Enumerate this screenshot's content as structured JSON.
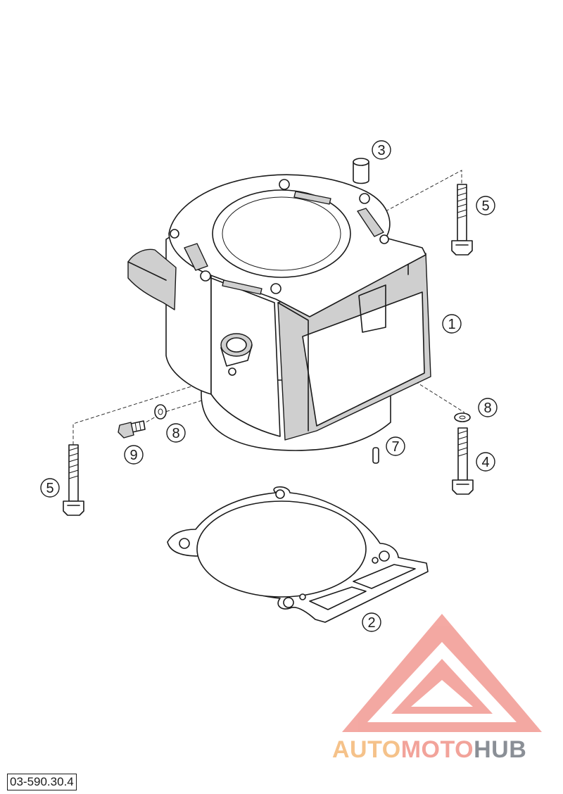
{
  "diagram": {
    "callouts": [
      {
        "label": "1",
        "part": "cylinder"
      },
      {
        "label": "2",
        "part": "base-gasket"
      },
      {
        "label": "3",
        "part": "dowel-sleeve"
      },
      {
        "label": "4",
        "part": "bolt"
      },
      {
        "label": "5",
        "part": "bolt"
      },
      {
        "label": "5",
        "part": "bolt"
      },
      {
        "label": "7",
        "part": "pin"
      },
      {
        "label": "8",
        "part": "washer"
      },
      {
        "label": "8",
        "part": "washer"
      },
      {
        "label": "9",
        "part": "plug-screw"
      }
    ]
  },
  "reference_code": "03-590.30.4",
  "watermark": {
    "part1": "AUTO",
    "part2": "MOTO",
    "part3": "HUB",
    "colors": {
      "auto": "#f5c28a",
      "moto": "#f2a39a",
      "hub": "#8a8f96",
      "logo": "#f08c84"
    }
  }
}
